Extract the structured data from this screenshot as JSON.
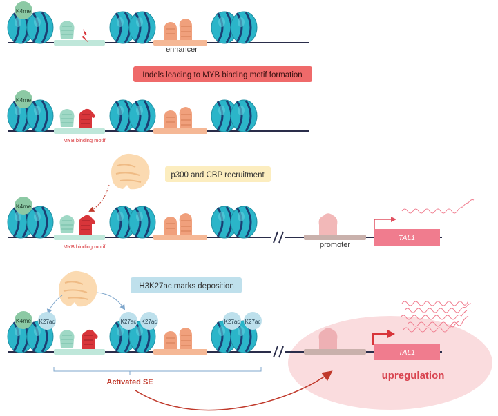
{
  "panel1": {
    "k4me": "K4me",
    "enhancer_label": "enhancer"
  },
  "step_indels": "Indels leading to MYB binding motif formation",
  "panel2": {
    "k4me": "K4me",
    "myb_label": "MYB binding motif"
  },
  "step_p300": "p300 and CBP recruitment",
  "panel3": {
    "k4me": "K4me",
    "myb_label": "MYB binding motif",
    "promoter_label": "promoter",
    "gene_label": "TAL1"
  },
  "step_h3k27ac": "H3K27ac marks deposition",
  "panel4": {
    "k4me": "K4me",
    "k27ac": "K27ac",
    "gene_label": "TAL1",
    "activated_label": "Activated SE",
    "upregulation_label": "upregulation"
  },
  "colors": {
    "nucleosome": "#2bb5c9",
    "nucleosome_dark": "#1b3f73",
    "dna": "#2a2d4a",
    "k4me": "#8cc9a4",
    "k27ac": "#bde0ec",
    "teal_factor": "#9fd8c5",
    "myb_factor": "#d8353a",
    "orange_factor": "#f0a07c",
    "indel_box": "#ef6a6a",
    "p300_box": "#fcedbf",
    "h3k27ac_box": "#bfe0ec",
    "gene_box": "#f07c8e",
    "upregulation_glow": "#f9d6d8",
    "activated_text": "#c0392b"
  }
}
